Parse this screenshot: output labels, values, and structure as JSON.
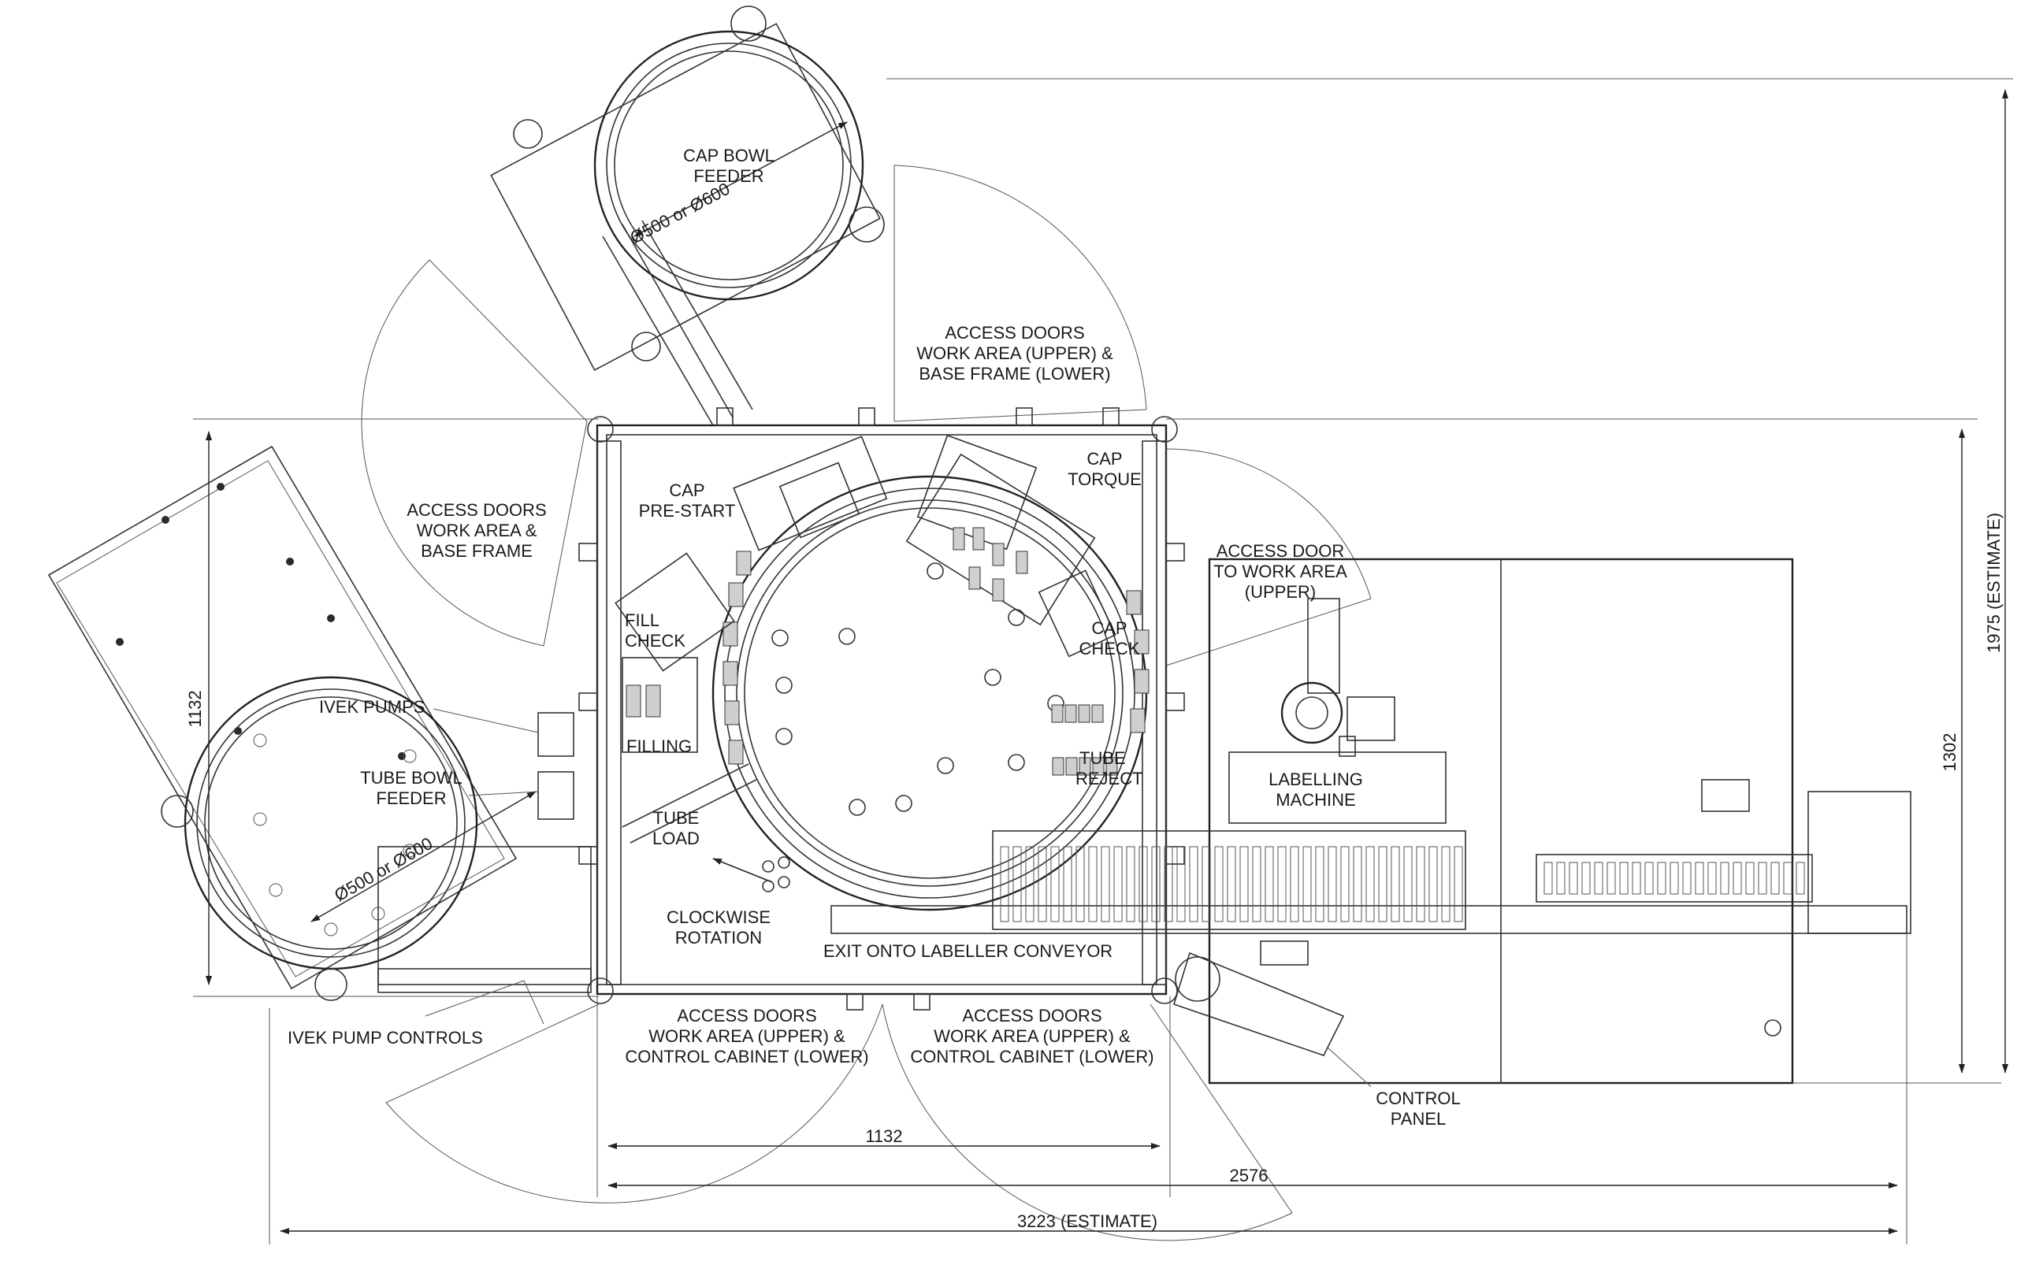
{
  "labels": {
    "cap_bowl_feeder": [
      "CAP BOWL",
      "FEEDER"
    ],
    "cap_bowl_dia": "Ø500 or Ø600",
    "access_doors_top": [
      "ACCESS DOORS",
      "WORK AREA (UPPER) &",
      "BASE FRAME (LOWER)"
    ],
    "access_doors_left": [
      "ACCESS DOORS",
      "WORK AREA &",
      "BASE FRAME"
    ],
    "cap_pre_start": [
      "CAP",
      "PRE-START"
    ],
    "cap_torque": [
      "CAP",
      "TORQUE"
    ],
    "access_door_right": [
      "ACCESS DOOR",
      "TO WORK AREA",
      "(UPPER)"
    ],
    "fill_check": [
      "FILL",
      "CHECK"
    ],
    "cap_check": [
      "CAP",
      "CHECK"
    ],
    "ivek_pumps": "IVEK PUMPS",
    "filling": "FILLING",
    "tube_reject": [
      "TUBE",
      "REJECT"
    ],
    "tube_bowl_feeder": [
      "TUBE BOWL",
      "FEEDER"
    ],
    "tube_bowl_dia": "Ø500 or Ø600",
    "tube_load": [
      "TUBE",
      "LOAD"
    ],
    "labelling_machine": [
      "LABELLING",
      "MACHINE"
    ],
    "clockwise_rotation": [
      "CLOCKWISE",
      "ROTATION"
    ],
    "exit_conveyor": "EXIT ONTO LABELLER CONVEYOR",
    "ivek_pump_controls": "IVEK  PUMP CONTROLS",
    "access_doors_bottom_left": [
      "ACCESS DOORS",
      "WORK AREA (UPPER) &",
      "CONTROL CABINET (LOWER)"
    ],
    "access_doors_bottom_right": [
      "ACCESS DOORS",
      "WORK AREA (UPPER) &",
      "CONTROL CABINET (LOWER)"
    ],
    "control_panel": [
      "CONTROL",
      "PANEL"
    ]
  },
  "dimensions": {
    "left_vertical": "1132",
    "bottom_frame": "1132",
    "bottom_machine": "2576",
    "bottom_total": "3223 (ESTIMATE)",
    "right_inner": "1302",
    "right_total": "1975 (ESTIMATE)"
  }
}
